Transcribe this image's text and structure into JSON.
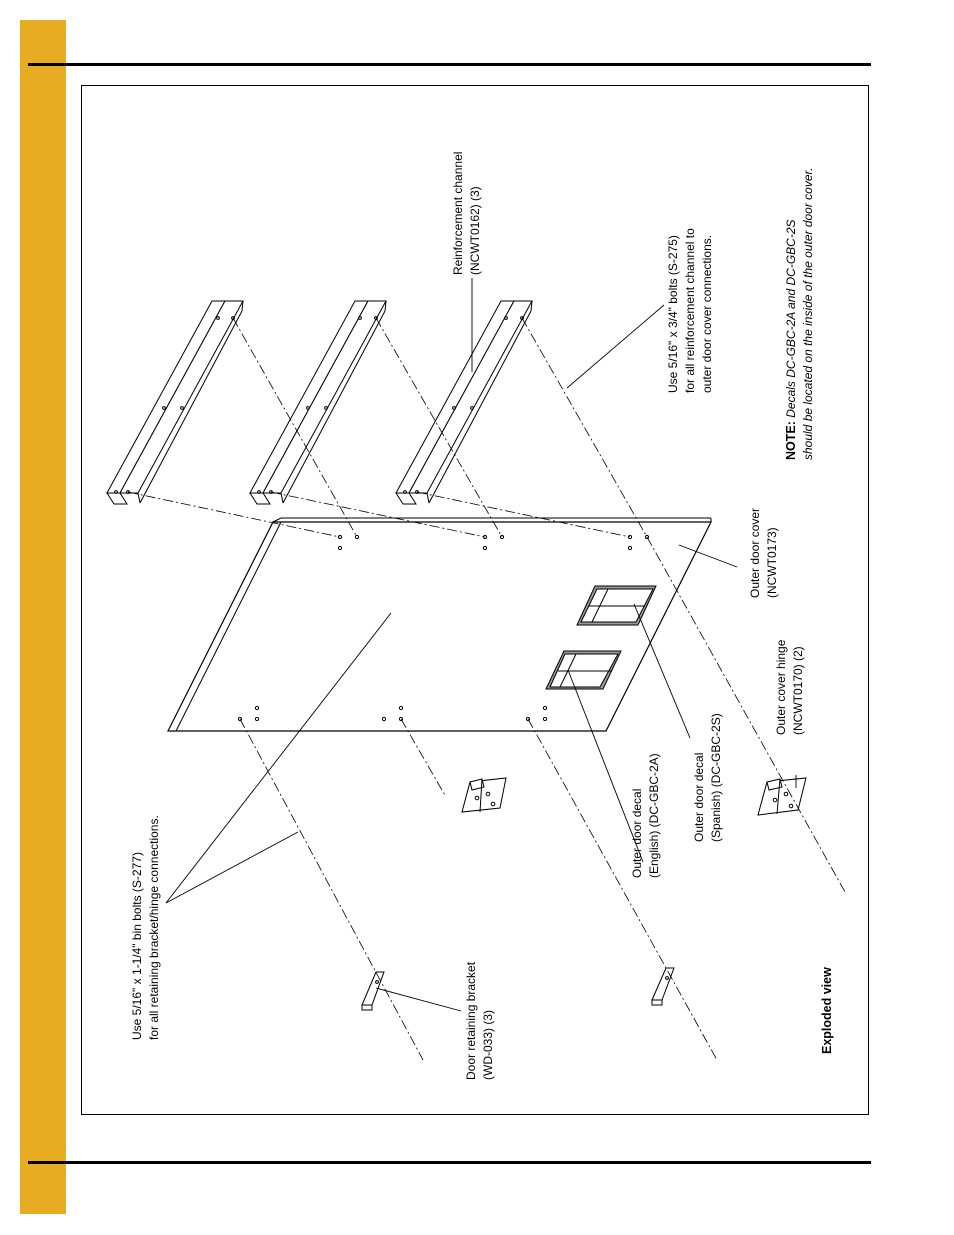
{
  "colors": {
    "side_tab": "#e8ac22",
    "line": "#000000",
    "decal_fill": "#9a9a9a"
  },
  "labels": {
    "bin_bolts": {
      "line1": "Use 5/16\" x 1-1/4\" bin bolts (S-277)",
      "line2": "for all retaining bracket/hinge connections."
    },
    "door_retaining_bracket": {
      "line1": "Door retaining bracket",
      "line2": "(WD-033) (3)"
    },
    "exploded_view": "Exploded view",
    "outer_door_decal_english": {
      "line1": "Outer door decal",
      "line2": "(English) (DC-GBC-2A)"
    },
    "outer_door_decal_spanish": {
      "line1": "Outer door decal",
      "line2": "(Spanish) (DC-GBC-2S)"
    },
    "outer_cover_hinge": {
      "line1": "Outer cover hinge",
      "line2": "(NCWT0170) (2)"
    },
    "outer_door_cover": {
      "line1": "Outer door cover",
      "line2": "(NCWT0173)"
    },
    "reinforcement_channel": {
      "line1": "Reinforcement channel",
      "line2": "(NCWT0162) (3)"
    },
    "reinforcement_bolts": {
      "line1": "Use 5/16\" x 3/4\" bolts (S-275)",
      "line2": "for all reinforcement channel to",
      "line3": "outer door cover connections."
    },
    "note": {
      "prefix": "NOTE:",
      "line1": " Decals DC-GBC-2A and DC-GBC-2S",
      "line2": "should be located on the inside of the outer door cover."
    }
  }
}
